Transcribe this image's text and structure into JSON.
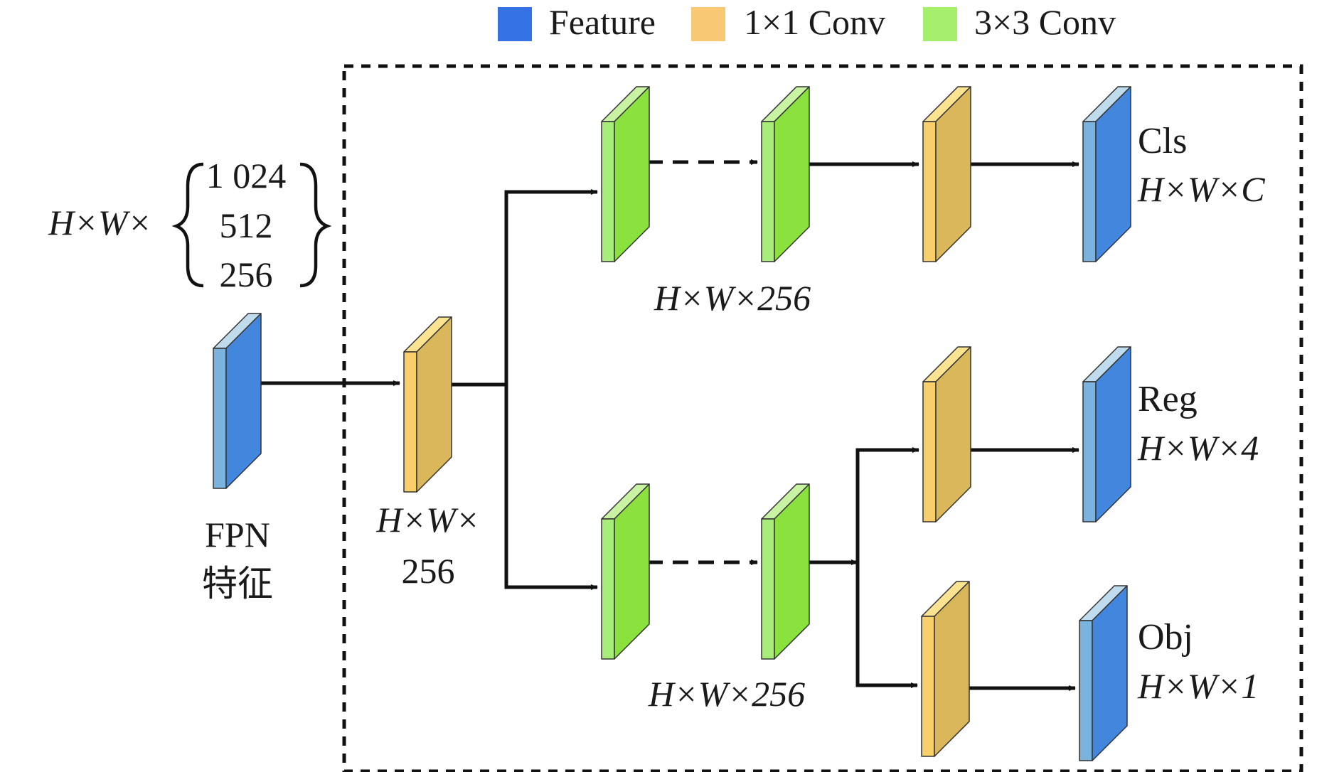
{
  "legend": [
    {
      "label": "Feature",
      "color": "#3572e3"
    },
    {
      "label": "1×1 Conv",
      "color": "#f9c875"
    },
    {
      "label": "3×3 Conv",
      "color": "#a5ef6c"
    }
  ],
  "colors": {
    "feature": {
      "front": "#4287dd",
      "side": "#79b3de",
      "top": "#bfdcee"
    },
    "conv1x1": {
      "front": "#d9b75a",
      "side": "#f9cf6c",
      "top": "#fbe391"
    },
    "conv3x3": {
      "front": "#8be23e",
      "side": "#a8ec79",
      "top": "#c8f3a2"
    },
    "line": "#111111"
  },
  "input": {
    "prefix": "H×W×",
    "options": [
      "1 024",
      "512",
      "256"
    ],
    "caption_line1": "FPN",
    "caption_line2": "特征"
  },
  "stem": {
    "dim_line1": "H×W×",
    "dim_line2": "256"
  },
  "cls_branch": {
    "dim": "H×W×256",
    "head_name": "Cls",
    "head_dim": "H×W×C"
  },
  "reg_branch": {
    "dim": "H×W×256"
  },
  "reg_head": {
    "head_name": "Reg",
    "head_dim": "H×W×4"
  },
  "obj_head": {
    "head_name": "Obj",
    "head_dim": "H×W×1"
  }
}
